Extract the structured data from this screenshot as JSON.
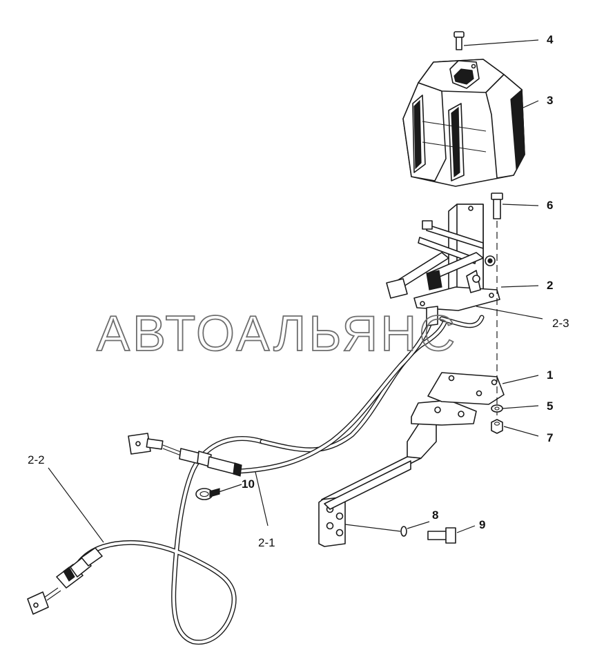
{
  "watermark": "АВТОАЛЬЯНС",
  "callouts": {
    "c4": "4",
    "c3": "3",
    "c6": "6",
    "c2": "2",
    "c2_3": "2-3",
    "c1": "1",
    "c5": "5",
    "c7": "7",
    "c10": "10",
    "c2_2": "2-2",
    "c2_1": "2-1",
    "c8": "8",
    "c9": "9"
  }
}
